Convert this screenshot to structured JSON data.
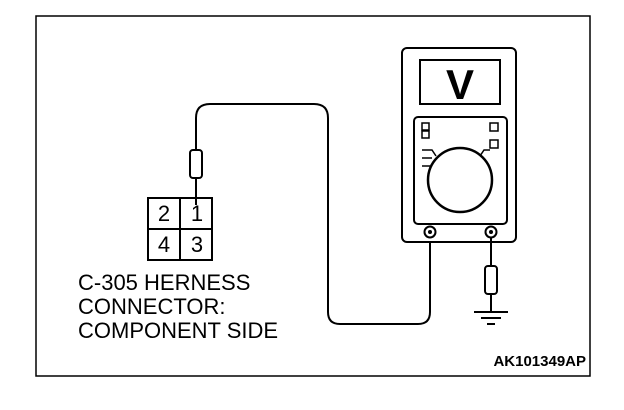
{
  "connector": {
    "pins": [
      "2",
      "1",
      "4",
      "3"
    ],
    "caption_lines": [
      "C-305 HERNESS",
      "CONNECTOR:",
      "COMPONENT SIDE"
    ]
  },
  "meter": {
    "display_symbol": "V"
  },
  "figure_code": "AK101349AP"
}
